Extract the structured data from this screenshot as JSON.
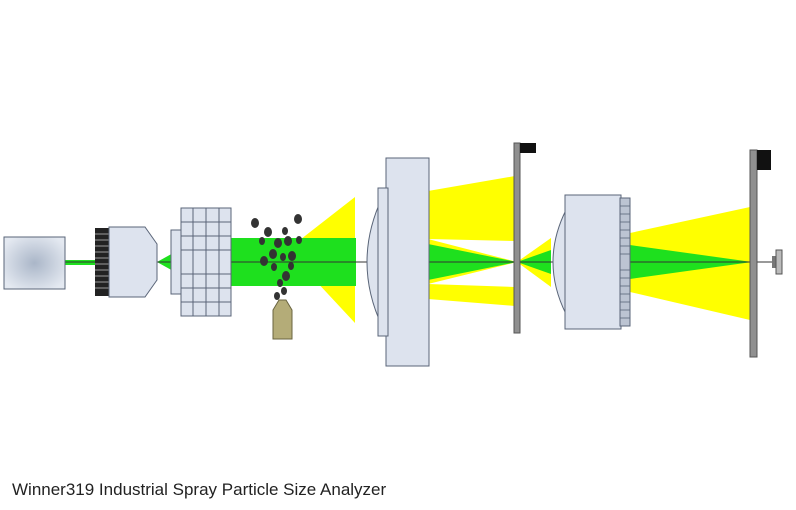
{
  "caption": "Winner319 Industrial Spray Particle Size Analyzer",
  "colors": {
    "laser_beam": "#1ee01e",
    "scattered_light": "#ffff00",
    "optic_fill": "#dde3ee",
    "optic_stroke": "#5a6578",
    "detector": "#909090",
    "particles": "#333333",
    "nozzle": "#b4ac78"
  },
  "components": [
    {
      "name": "laser-source",
      "icon": "laser-box"
    },
    {
      "name": "beam-expander",
      "icon": "objective-lens"
    },
    {
      "name": "collimating-lens",
      "icon": "lens-assembly"
    },
    {
      "name": "spray-particles",
      "icon": "droplet-cluster"
    },
    {
      "name": "spray-nozzle",
      "icon": "nozzle"
    },
    {
      "name": "fourier-lens",
      "icon": "large-lens"
    },
    {
      "name": "front-detector",
      "icon": "detector-plate"
    },
    {
      "name": "relay-lens",
      "icon": "lens-assembly"
    },
    {
      "name": "rear-detector",
      "icon": "detector-plate"
    },
    {
      "name": "center-detector",
      "icon": "photodiode"
    }
  ]
}
